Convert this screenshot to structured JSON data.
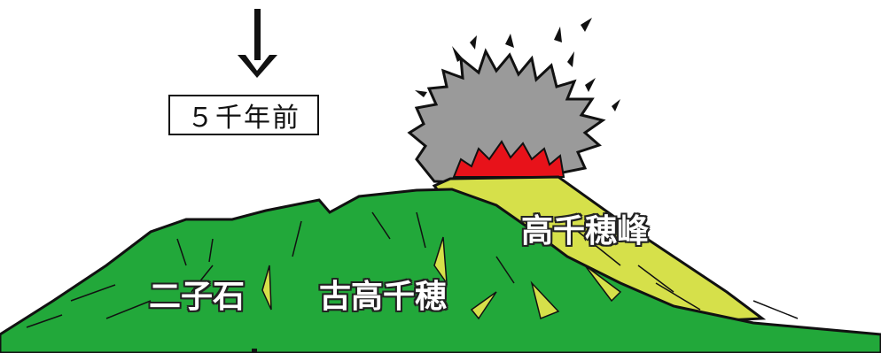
{
  "time_label": "５千年前",
  "peaks": {
    "takachiho": "高千穂峰",
    "futagoishi": "二子石",
    "kotakachiho": "古高千穂"
  },
  "colors": {
    "old_volcano": "#22a83a",
    "new_cone": "#d6e04a",
    "lava": "#e8121a",
    "ash": "#9a9a9a",
    "outline": "#111111"
  },
  "icons": {
    "arrow": "down-arrow-icon"
  }
}
